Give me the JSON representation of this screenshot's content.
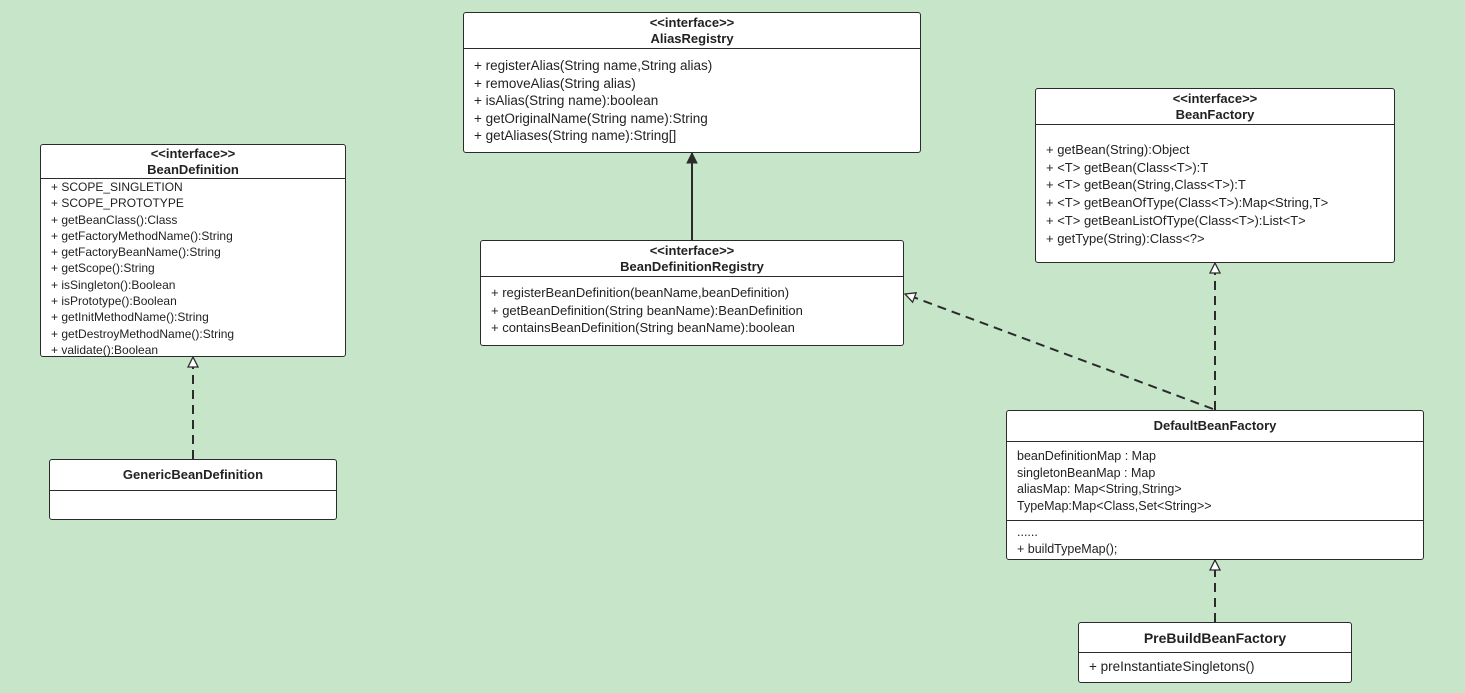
{
  "classes": {
    "alias_registry": {
      "stereotype": "<<interface>>",
      "name": "AliasRegistry",
      "methods": [
        "+ registerAlias(String name,String alias)",
        "+ removeAlias(String alias)",
        "+ isAlias(String name):boolean",
        "+ getOriginalName(String name):String",
        "+ getAliases(String name):String[]"
      ]
    },
    "bean_definition": {
      "stereotype": "<<interface>>",
      "name": "BeanDefinition",
      "members": [
        "+ SCOPE_SINGLETION",
        "+ SCOPE_PROTOTYPE",
        "+ getBeanClass():Class",
        "+ getFactoryMethodName():String",
        "+ getFactoryBeanName():String",
        "+ getScope():String",
        "+ isSingleton():Boolean",
        "+ isPrototype():Boolean",
        "+ getInitMethodName():String",
        "+ getDestroyMethodName():String",
        "+ validate():Boolean"
      ]
    },
    "bean_definition_registry": {
      "stereotype": "<<interface>>",
      "name": "BeanDefinitionRegistry",
      "methods": [
        "+ registerBeanDefinition(beanName,beanDefinition)",
        "+ getBeanDefinition(String beanName):BeanDefinition",
        "+ containsBeanDefinition(String beanName):boolean"
      ]
    },
    "bean_factory": {
      "stereotype": "<<interface>>",
      "name": "BeanFactory",
      "methods": [
        "+ getBean(String):Object",
        "+ <T> getBean(Class<T>):T",
        "+ <T> getBean(String,Class<T>):T",
        "+ <T> getBeanOfType(Class<T>):Map<String,T>",
        "+ <T> getBeanListOfType(Class<T>):List<T>",
        "+ getType(String):Class<?>"
      ]
    },
    "generic_bean_definition": {
      "name": "GenericBeanDefinition"
    },
    "default_bean_factory": {
      "name": "DefaultBeanFactory",
      "fields": [
        "beanDefinitionMap : Map",
        "singletonBeanMap : Map",
        "aliasMap: Map<String,String>",
        "TypeMap:Map<Class,Set<String>>"
      ],
      "methods": [
        "......",
        "+ buildTypeMap();"
      ]
    },
    "pre_build_bean_factory": {
      "name": "PreBuildBeanFactory",
      "methods": [
        "+ preInstantiateSingletons()"
      ]
    }
  },
  "colors": {
    "background": "#c7e6c9",
    "box_fill": "#ffffff",
    "line": "#2b2b2b"
  }
}
